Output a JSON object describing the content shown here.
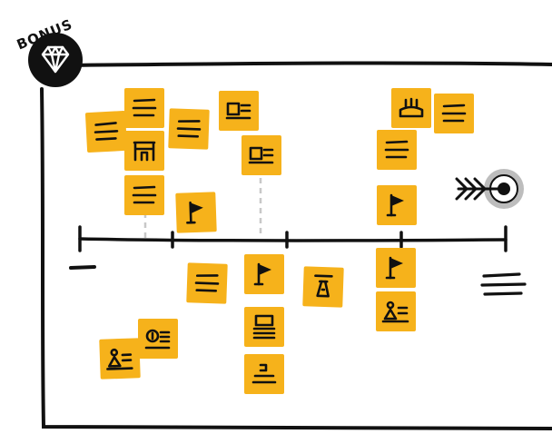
{
  "bonus": {
    "label": "BONUS",
    "icon": "diamond-icon"
  },
  "colors": {
    "note": "#f6b21b",
    "ink": "#111111",
    "dashed_connector": "#c8c8c8",
    "target_ring": "#bdbdbd"
  },
  "timeline": {
    "start_marker": "dash-icon",
    "end_marker": "lines-icon",
    "goal_icon": "arrow-target-icon",
    "ticks": 5
  },
  "notes": [
    {
      "icon": "text-lines-icon",
      "side": "above"
    },
    {
      "icon": "text-lines-icon",
      "side": "above"
    },
    {
      "icon": "text-lines-icon",
      "side": "above"
    },
    {
      "icon": "building-icon",
      "side": "above"
    },
    {
      "icon": "text-lines-icon",
      "side": "above"
    },
    {
      "icon": "card-icon",
      "side": "above"
    },
    {
      "icon": "card-icon",
      "side": "above"
    },
    {
      "icon": "flag-icon",
      "side": "above"
    },
    {
      "icon": "cake-icon",
      "side": "above"
    },
    {
      "icon": "text-lines-icon",
      "side": "above"
    },
    {
      "icon": "text-lines-icon",
      "side": "above"
    },
    {
      "icon": "flag-icon",
      "side": "above"
    },
    {
      "icon": "text-lines-icon",
      "side": "below"
    },
    {
      "icon": "flag-icon",
      "side": "below"
    },
    {
      "icon": "person-text-icon",
      "side": "below"
    },
    {
      "icon": "badge-text-icon",
      "side": "below"
    },
    {
      "icon": "monitor-icon",
      "side": "below"
    },
    {
      "icon": "trophy-icon",
      "side": "below"
    },
    {
      "icon": "stairs-icon",
      "side": "below"
    },
    {
      "icon": "flag-icon",
      "side": "below"
    },
    {
      "icon": "person-text-icon",
      "side": "below"
    }
  ]
}
